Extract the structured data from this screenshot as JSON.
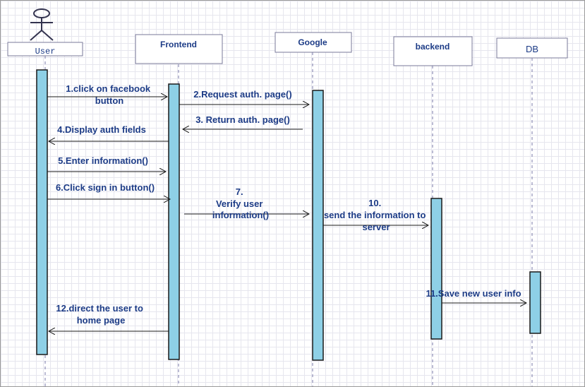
{
  "participants": {
    "user": "User",
    "frontend": "Frontend",
    "google": "Google",
    "backend": "backend",
    "db": "DB"
  },
  "messages": {
    "m1": [
      "1.click on facebook",
      "button"
    ],
    "m2": [
      "2.Request auth. page()"
    ],
    "m3": [
      "3. Return auth. page()"
    ],
    "m4": [
      "4.Display auth fields"
    ],
    "m5": [
      "5.Enter information()"
    ],
    "m6": [
      "6.Click sign in button()"
    ],
    "m7": [
      "7.",
      "Verify user",
      "information()"
    ],
    "m10": [
      "10.",
      "send the information to",
      "server"
    ],
    "m11": [
      "11.Save new user info"
    ],
    "m12": [
      "12.direct the user to",
      "home page"
    ]
  }
}
